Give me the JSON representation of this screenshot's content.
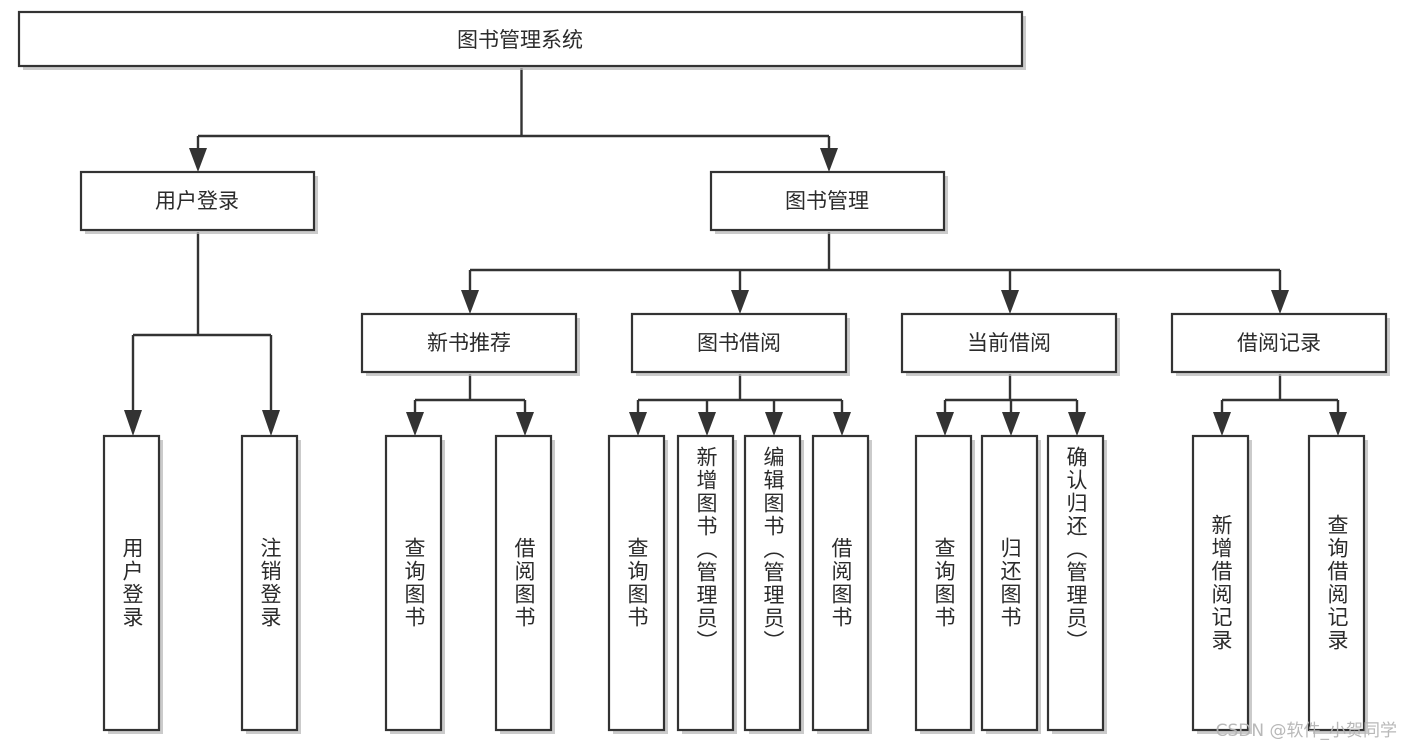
{
  "diagram": {
    "title": "图书管理系统",
    "type": "tree",
    "watermark": "CSDN @软件_小贺同学",
    "colors": {
      "box_stroke": "#333333",
      "box_fill": "#ffffff",
      "connector": "#333333",
      "text": "#2b2b2b",
      "watermark": "#b5b5b5",
      "background": "#ffffff"
    },
    "levels": {
      "root": "图书管理系统",
      "level2": [
        "用户登录",
        "图书管理"
      ],
      "level3": [
        "新书推荐",
        "图书借阅",
        "当前借阅",
        "借阅记录"
      ]
    },
    "nodes": {
      "root": {
        "label": "图书管理系统",
        "orientation": "horizontal"
      },
      "user_login": {
        "label": "用户登录",
        "orientation": "horizontal"
      },
      "book_manage": {
        "label": "图书管理",
        "orientation": "horizontal"
      },
      "new_book_recommend": {
        "label": "新书推荐",
        "orientation": "horizontal"
      },
      "book_borrow": {
        "label": "图书借阅",
        "orientation": "horizontal"
      },
      "current_borrow": {
        "label": "当前借阅",
        "orientation": "horizontal"
      },
      "borrow_record": {
        "label": "借阅记录",
        "orientation": "horizontal"
      }
    },
    "leaves": {
      "user_login": [
        {
          "label": "用户登录",
          "orientation": "vertical"
        },
        {
          "label": "注销登录",
          "orientation": "vertical"
        }
      ],
      "new_book_recommend": [
        {
          "label": "查询图书",
          "orientation": "vertical"
        },
        {
          "label": "借阅图书",
          "orientation": "vertical"
        }
      ],
      "book_borrow": [
        {
          "label": "查询图书",
          "orientation": "vertical"
        },
        {
          "label": "新增图书（管理员）",
          "orientation": "vertical"
        },
        {
          "label": "编辑图书（管理员）",
          "orientation": "vertical"
        },
        {
          "label": "借阅图书",
          "orientation": "vertical"
        }
      ],
      "current_borrow": [
        {
          "label": "查询图书",
          "orientation": "vertical"
        },
        {
          "label": "归还图书",
          "orientation": "vertical"
        },
        {
          "label": "确认归还（管理员）",
          "orientation": "vertical"
        }
      ],
      "borrow_record": [
        {
          "label": "新增借阅记录",
          "orientation": "vertical"
        },
        {
          "label": "查询借阅记录",
          "orientation": "vertical"
        }
      ]
    }
  }
}
